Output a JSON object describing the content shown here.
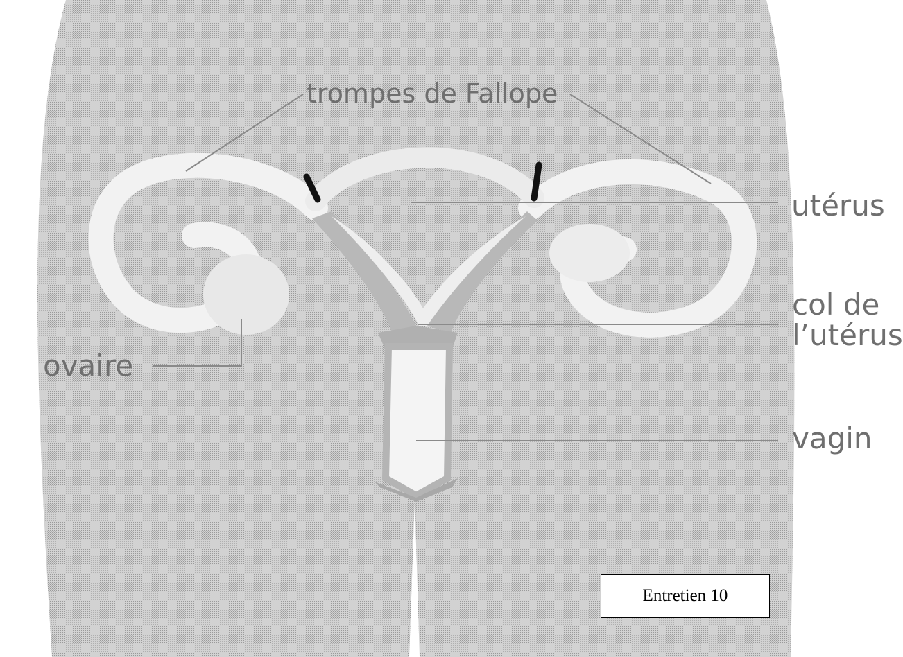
{
  "labels": {
    "fallopian_tubes": "trompes de Fallope",
    "uterus": "utérus",
    "cervix_line1": "col de",
    "cervix_line2": "l’utérus",
    "ovary": "ovaire",
    "vagina": "vagin"
  },
  "caption": "Entretien 10",
  "colors": {
    "body_fill": "#c8c8c8",
    "organ_fill": "#efefef",
    "organ_shadow": "#b4b4b4",
    "leader_line": "#8a8a8a",
    "clip_mark": "#111111",
    "label_text": "#6f6f6f"
  }
}
